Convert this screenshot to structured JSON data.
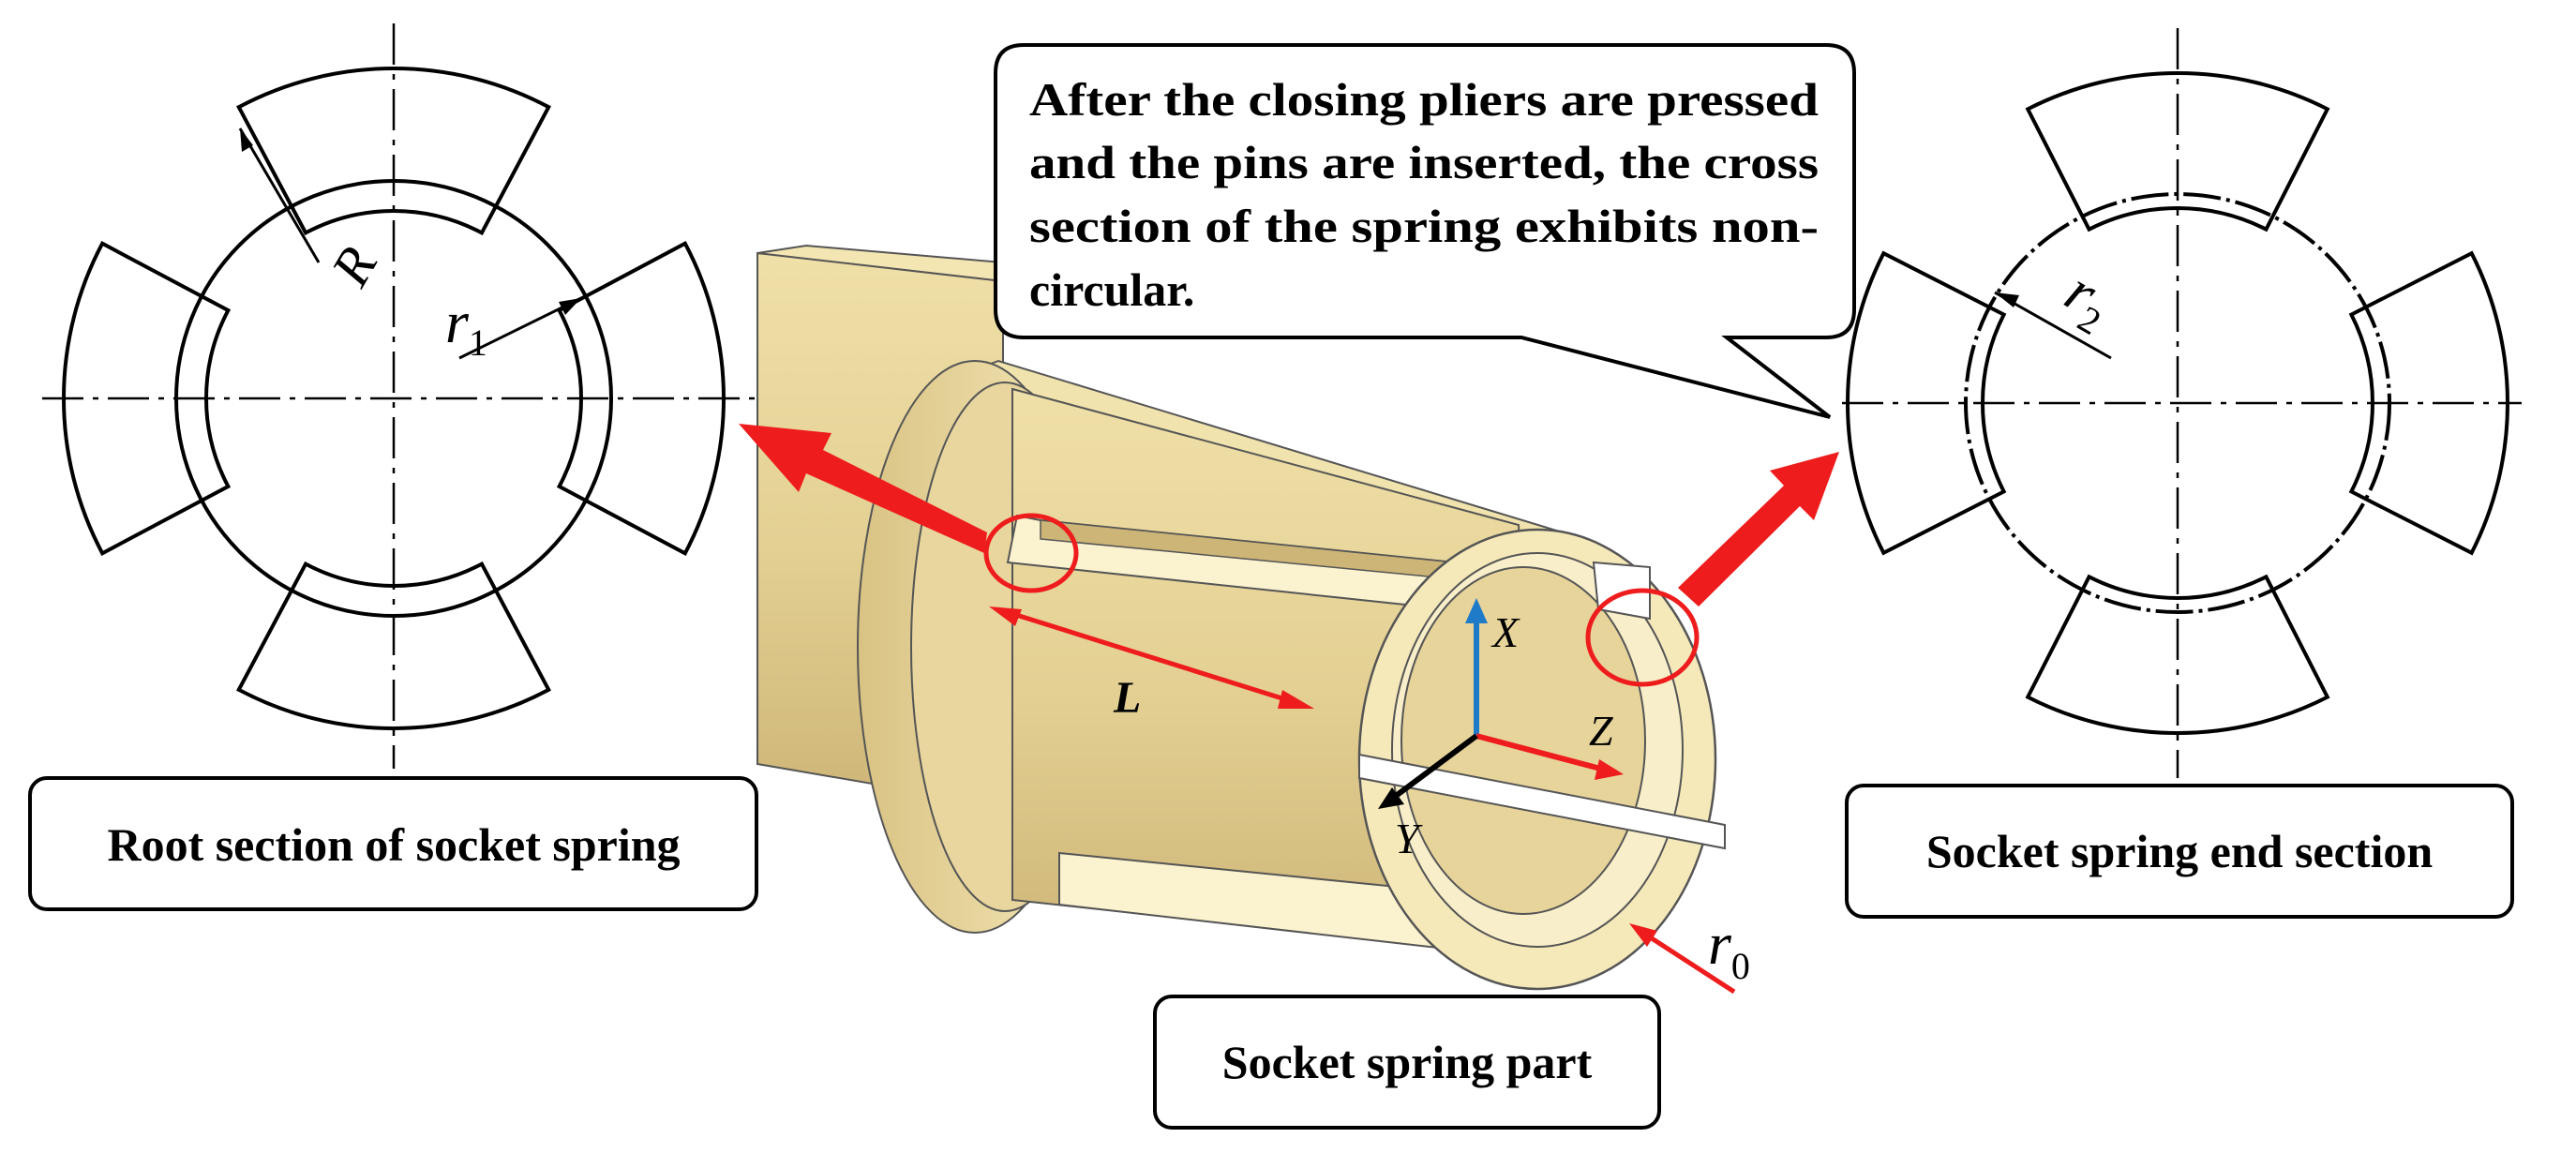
{
  "captions": {
    "root": "Root section of socket  spring",
    "end": "Socket spring end section",
    "part": "Socket  spring part"
  },
  "callout": {
    "lines": [
      "After the closing pliers are pressed",
      "and the pins are inserted, the cross",
      "section of the spring exhibits non-",
      "circular."
    ]
  },
  "symbols": {
    "R": "R",
    "r1": "r",
    "r1_sub": "1",
    "r2": "r",
    "r2_sub": "2",
    "r0": "r",
    "r0_sub": "0",
    "L": "L",
    "X": "X",
    "Y": "Y",
    "Z": "Z"
  },
  "colors": {
    "arrow_red": "#ee1c1c",
    "axis_blue": "#1f7ac8",
    "spring_body": "#e6d49a",
    "spring_light": "#f7ecbc",
    "spring_dark": "#c9b274"
  },
  "icons": {
    "root_section": "segmented-ring-cross-section",
    "end_section": "deformed-ring-cross-section",
    "part": "slotted-cylinder-3d"
  }
}
